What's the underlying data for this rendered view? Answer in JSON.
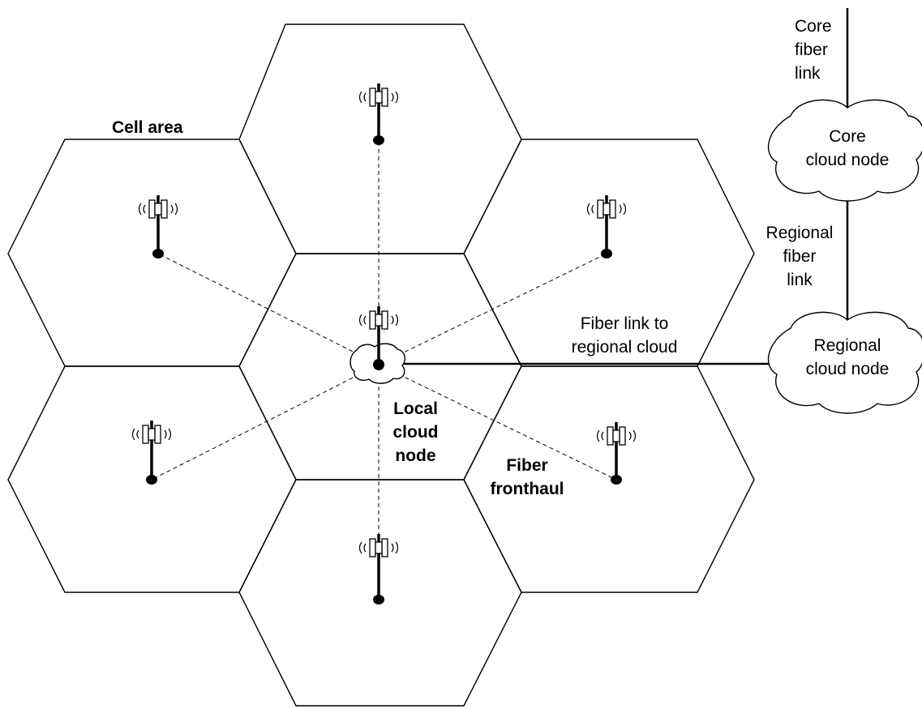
{
  "labels": {
    "cell_area": "Cell area",
    "core_fiber_link": [
      "Core",
      "fiber",
      "link"
    ],
    "core_cloud_node": [
      "Core",
      "cloud node"
    ],
    "regional_fiber_link": [
      "Regional",
      "fiber",
      "link"
    ],
    "fiber_link_to_regional": [
      "Fiber link to",
      "regional cloud"
    ],
    "regional_cloud_node": [
      "Regional",
      "cloud node"
    ],
    "local_cloud_node": [
      "Local",
      "cloud",
      "node"
    ],
    "fiber_fronthaul": [
      "Fiber",
      "fronthaul"
    ]
  },
  "icons": {
    "antenna": "cell-tower-icon",
    "cloud": "cloud-icon"
  }
}
